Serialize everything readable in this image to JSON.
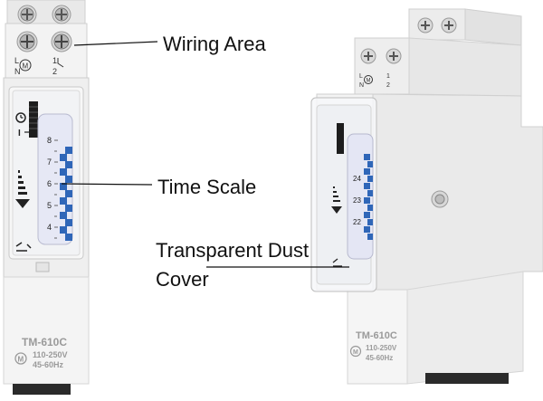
{
  "callouts": {
    "wiring_area": "Wiring Area",
    "time_scale": "Time Scale",
    "dust_cover_line1": "Transparent Dust",
    "dust_cover_line2": "Cover"
  },
  "device_front": {
    "model": "TM-610C",
    "voltage": "110-250V",
    "frequency": "45-60Hz",
    "terminal_left_top": "L",
    "terminal_left_bottom": "N",
    "terminal_right_top": "1",
    "terminal_right_bottom": "2",
    "motor_symbol": "M",
    "clock_icon_label": "I",
    "scale_numbers": [
      "8",
      "7",
      "6",
      "5",
      "4"
    ]
  },
  "device_side": {
    "model": "TM-610C",
    "voltage": "110-250V",
    "frequency": "45-60Hz",
    "terminal_left_top": "L",
    "terminal_left_bottom": "N",
    "terminal_right_top": "1",
    "terminal_right_bottom": "2",
    "motor_symbol": "M",
    "scale_numbers": [
      "24",
      "23",
      "22"
    ]
  },
  "colors": {
    "housing": "#f2f2f2",
    "housing_shadow": "#dcdcdc",
    "dial_blue": "#2f66b8",
    "dial_face": "#e7e9f6",
    "text_grey": "#8a8a8a",
    "leader_line": "#111111"
  },
  "icons": [
    "clock-icon",
    "screw-terminal-icon",
    "motor-icon",
    "down-arrow-icon",
    "override-switch-icon"
  ]
}
